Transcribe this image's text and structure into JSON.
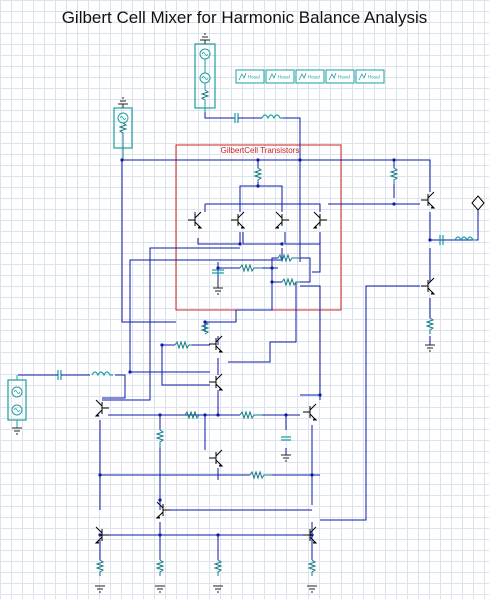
{
  "title": "Gilbert Cell Mixer for Harmonic Balance Analysis",
  "subcircuit_label": "GilbertCell Transistors",
  "model_blocks": [
    "Hosel",
    "Hosel",
    "Hosel",
    "Hosel",
    "Hosel"
  ],
  "colors": {
    "wire": "#0a1aa8",
    "component": "#1a9fa0",
    "resistor": "#117a84",
    "transistor": "#000000",
    "ground": "#222222",
    "subcircuit_border": "#cc2222",
    "subcircuit_text": "#cc2222",
    "grid": "#dde3ee",
    "port": "#000000"
  },
  "icons": {
    "sources": "sine-source-icon",
    "transistors": "npn-transistor-icon",
    "resistors": "resistor-icon",
    "capacitors": "capacitor-icon",
    "inductors": "inductor-icon",
    "grounds": "ground-icon",
    "output_port": "port-icon",
    "models": "model-block-icon"
  }
}
